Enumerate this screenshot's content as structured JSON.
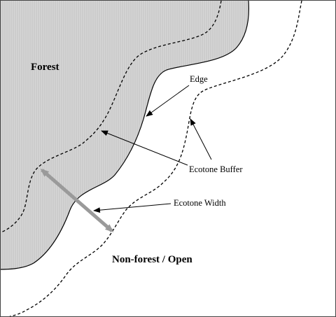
{
  "regions": {
    "forest": "Forest",
    "open": "Non-forest / Open"
  },
  "annotations": {
    "edge": "Edge",
    "buffer": "Ecotone Buffer",
    "width": "Ecotone Width"
  },
  "colors": {
    "forest_fill": "#d6d6d6",
    "hatch": "#c2c2c2",
    "line": "#000000",
    "width_arrow": "#9a9a9a",
    "frame": "#444444",
    "background": "#ffffff"
  }
}
